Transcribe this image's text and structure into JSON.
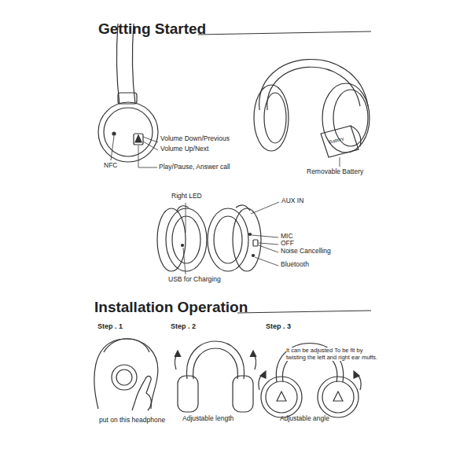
{
  "diagram": {
    "title": "Getting Started",
    "labels": [
      "Volume Down/Previous",
      "Volume Up/Next",
      "NFC",
      "Play/Pause, Answer call",
      "Battery",
      "Removable Battery",
      "Right LED",
      "AUX IN",
      "MIC",
      "OFF",
      "Noise Cancelling",
      "Bluetooth",
      "USB for Charging",
      "Installation Operation",
      "Step . 1",
      "Step . 2",
      "Step . 3",
      "It can be adjusted To be fit by twisting the left and right ear muffs.",
      "put on this headphone",
      "Adjustable length",
      "Adjustable angle"
    ]
  }
}
